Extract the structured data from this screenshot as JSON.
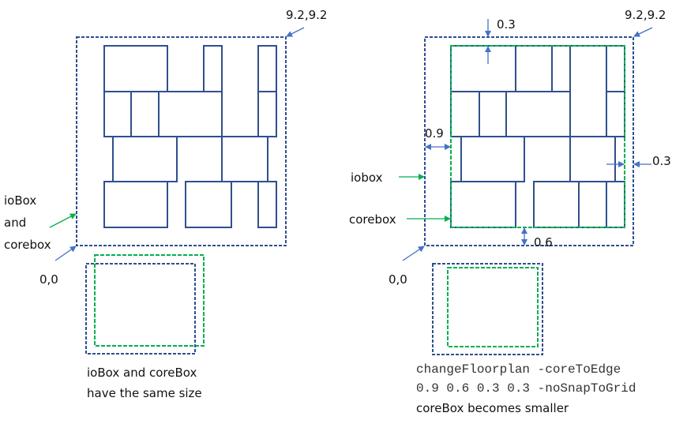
{
  "left": {
    "corner_top": "9.2,9.2",
    "corner_bottom": "0,0",
    "label_lines": [
      "ioBox",
      "and",
      "corebox"
    ],
    "caption_lines": [
      "ioBox and coreBox",
      "have the same size"
    ]
  },
  "right": {
    "corner_top": "9.2,9.2",
    "corner_bottom": "0,0",
    "iobox_label": "iobox",
    "corebox_label": "corebox",
    "margin_top": "0.3",
    "margin_left": "0.9",
    "margin_right": "0.3",
    "margin_bottom": "0.6",
    "command_lines": [
      "changeFloorplan -coreToEdge",
      "0.9 0.6 0.3 0.3 -noSnapToGrid"
    ],
    "caption": "coreBox becomes smaller"
  },
  "colors": {
    "iobox": "#2f4f8f",
    "corebox": "#00b050",
    "arrow": "#4472c4"
  }
}
